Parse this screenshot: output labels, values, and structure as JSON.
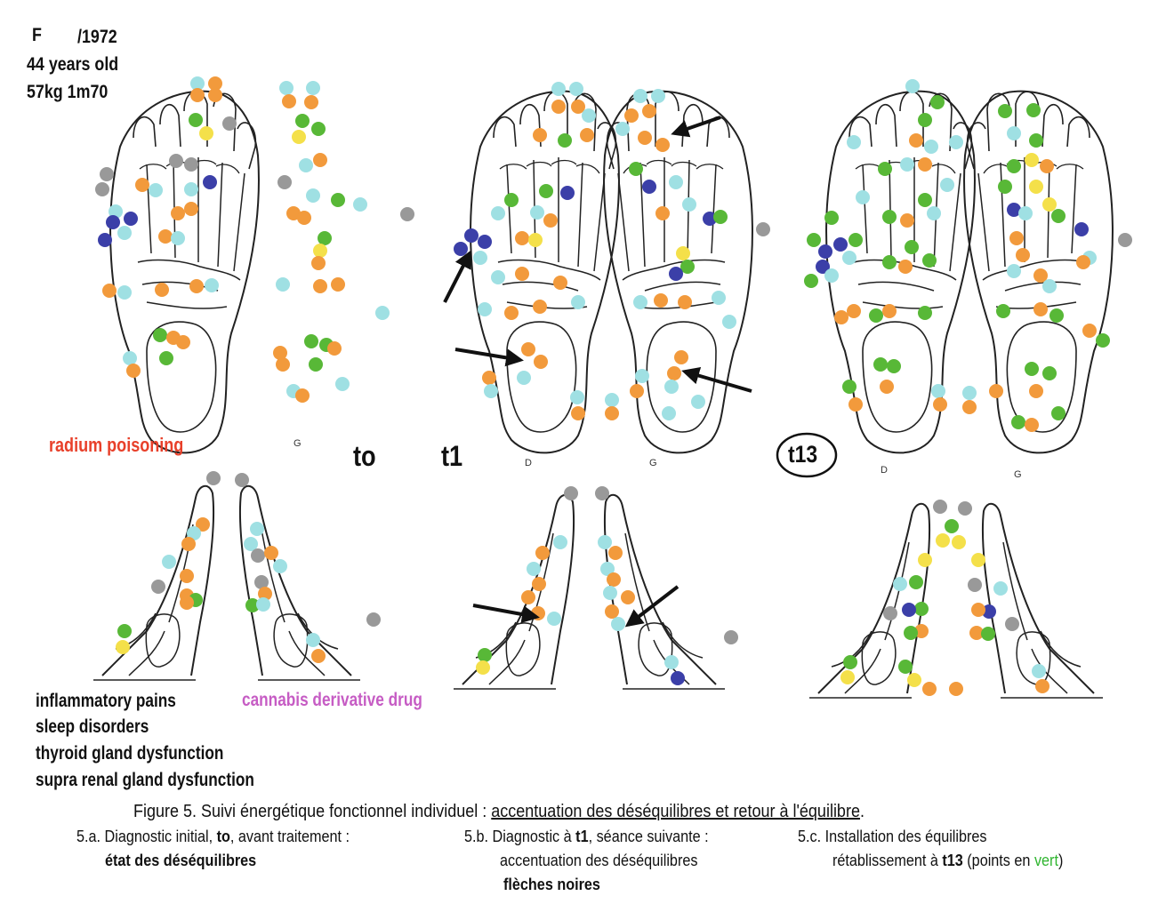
{
  "patient": {
    "line1_sex": "F",
    "line1_year": "/1972",
    "line2_age": "44 years old",
    "line3_body": "57kg 1m70"
  },
  "labels": {
    "radium": "radium poisoning",
    "cannabis": "cannabis derivative drug",
    "stage_to": "to",
    "stage_t1": "t1",
    "stage_t13": "t13",
    "side_G": "G",
    "side_D": "D"
  },
  "symptoms": [
    "inflammatory pains",
    "sleep disorders",
    "thyroid gland dysfunction",
    "supra renal gland dysfunction"
  ],
  "caption": {
    "main_prefix": "Figure 5. Suivi énergétique fonctionnel individuel : ",
    "main_underlined": "accentuation des déséquilibres et retour à l'équilibre",
    "main_suffix": ".",
    "a_line1": "5.a. Diagnostic initial, ",
    "a_to": "to",
    "a_line1_end": ", avant traitement :",
    "a_line2": "état des déséquilibres",
    "b_line1": "5.b. Diagnostic à ",
    "b_t1": "t1",
    "b_line1_end": ", séance suivante :",
    "b_line2": "accentuation des déséquilibres",
    "b_line3": "flèches noires",
    "c_line1": "5.c. Installation des équilibres",
    "c_line2_prefix": "rétablissement à ",
    "c_t13": "t13",
    "c_line2_mid": " (points en ",
    "c_vert": "vert",
    "c_line2_end": ")"
  },
  "colors": {
    "radium": "#e8402a",
    "cannabis": "#c65cc4",
    "vert": "#2fb52f",
    "point_orange": "#f29a3c",
    "point_lightblue": "#9fe0e3",
    "point_green": "#58b837",
    "point_navy": "#3b3fa8",
    "point_gray": "#999999",
    "point_yellow": "#f4e04a",
    "arrow": "#111111",
    "outline": "#222222"
  },
  "icons": {
    "arrow": "black-arrow-icon",
    "foot": "foot-sole-outline",
    "foot_side": "foot-medial-outline"
  }
}
